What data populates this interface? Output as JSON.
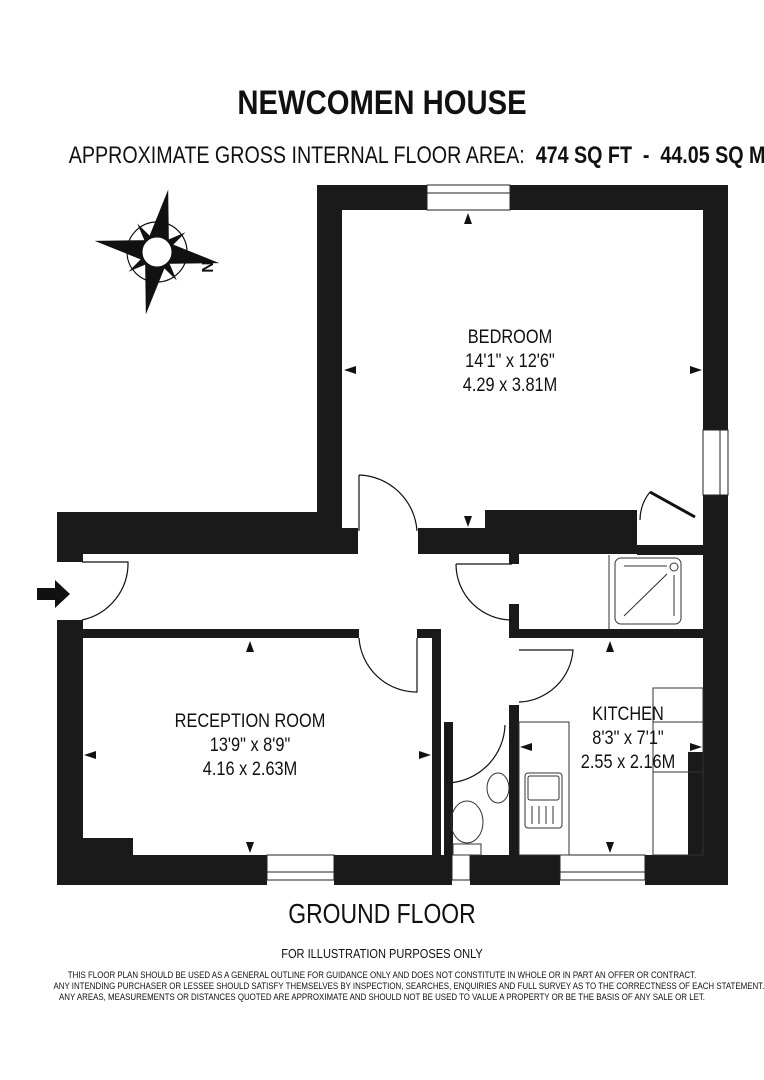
{
  "header": {
    "title": "NEWCOMEN HOUSE",
    "area_label": "APPROXIMATE GROSS INTERNAL FLOOR AREA:",
    "area_sqft": "474 SQ FT",
    "separator": "-",
    "area_sqm": "44.05 SQ M"
  },
  "compass": {
    "icon": "compass-rose-icon",
    "north_label": "N"
  },
  "rooms": [
    {
      "name": "BEDROOM",
      "imperial": "14'1\" x 12'6\"",
      "metric": "4.29 x 3.81M"
    },
    {
      "name": "RECEPTION ROOM",
      "imperial": "13'9\" x 8'9\"",
      "metric": "4.16 x 2.63M"
    },
    {
      "name": "KITCHEN",
      "imperial": "8'3\" x 7'1\"",
      "metric": "2.55 x 2.16M"
    }
  ],
  "entrance": {
    "icon": "entrance-arrow-icon"
  },
  "floor": {
    "label": "GROUND FLOOR"
  },
  "footer": {
    "illustration_note": "FOR ILLUSTRATION PURPOSES ONLY",
    "disclaimer_lines": [
      "THIS FLOOR PLAN SHOULD BE USED AS A GENERAL OUTLINE FOR GUIDANCE ONLY AND DOES NOT CONSTITUTE IN WHOLE OR IN PART AN OFFER OR CONTRACT.",
      "ANY INTENDING PURCHASER OR LESSEE SHOULD SATISFY THEMSELVES BY INSPECTION, SEARCHES, ENQUIRIES AND FULL SURVEY AS TO THE CORRECTNESS OF EACH STATEMENT.",
      "ANY AREAS, MEASUREMENTS OR DISTANCES QUOTED ARE APPROXIMATE AND SHOULD NOT BE USED TO VALUE A PROPERTY OR BE THE BASIS OF ANY SALE OR LET."
    ]
  },
  "colors": {
    "wall": "#1a1a1a",
    "background": "#ffffff",
    "fixture_line": "#333333"
  }
}
